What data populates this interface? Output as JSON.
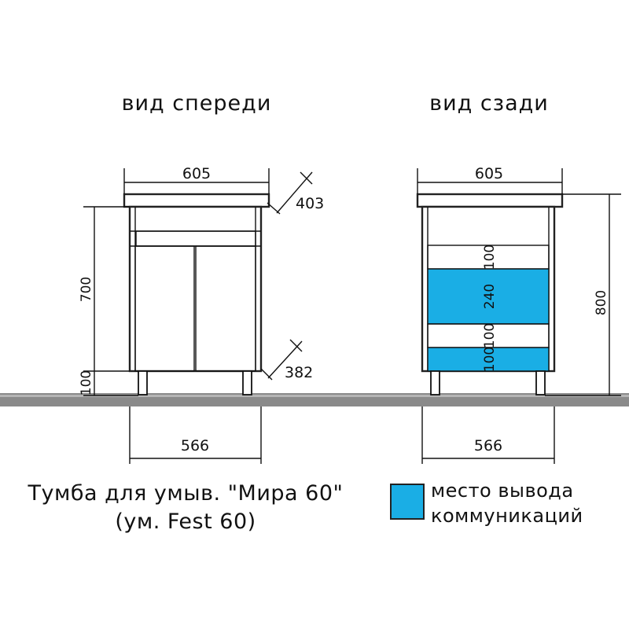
{
  "views": {
    "front_title": "вид спереди",
    "back_title": "вид сзади"
  },
  "front": {
    "width_top": "605",
    "depth_top": "403",
    "height": "700",
    "leg_height": "100",
    "depth_bottom": "382",
    "width_bottom": "566"
  },
  "back": {
    "width_top": "605",
    "height": "800",
    "width_bottom": "566",
    "zones": [
      "100",
      "240",
      "100",
      "100"
    ]
  },
  "caption": {
    "line1": "Тумба для умыв. \"Мира 60\"",
    "line2": "(ум. Fest 60)"
  },
  "legend": {
    "line1": "место вывода",
    "line2": "коммуникаций",
    "color": "#1aaee5"
  },
  "colors": {
    "floor": "#8a8a8a",
    "highlight": "#1aaee5"
  }
}
